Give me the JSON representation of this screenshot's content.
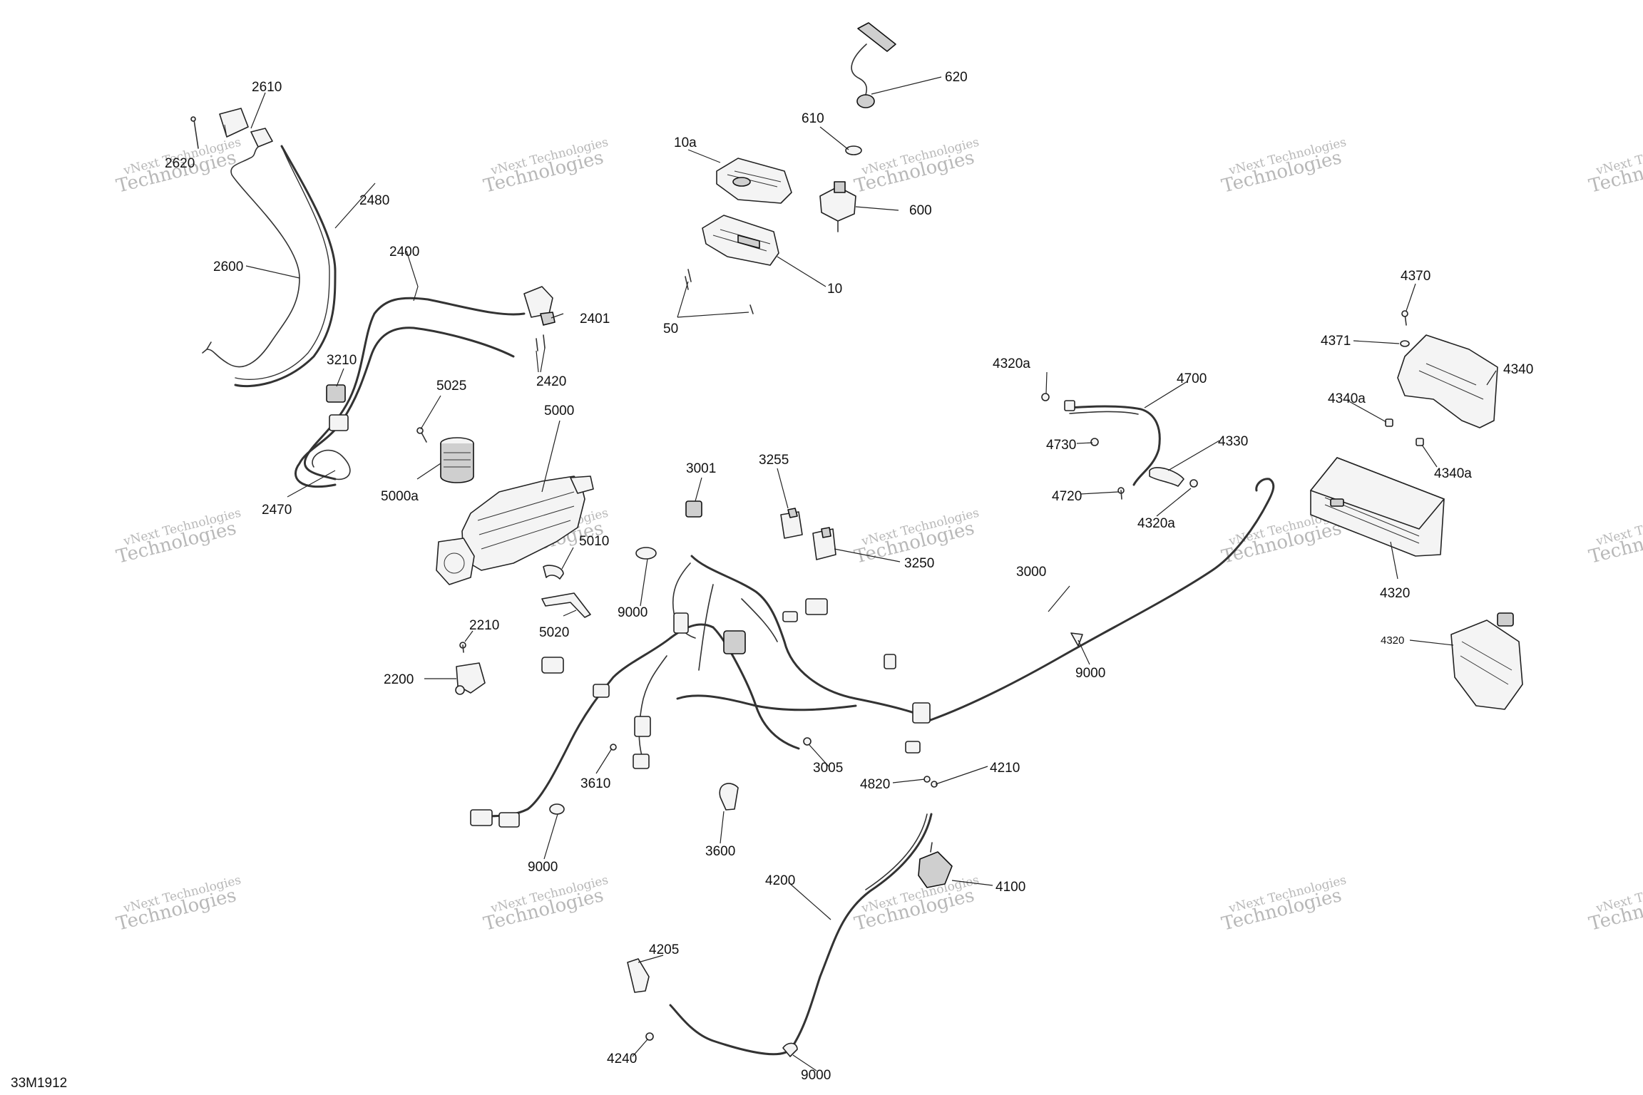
{
  "drawing_id": "33M1912",
  "watermark": {
    "line1": "vNext Technologies",
    "line2": "Technologies",
    "line3": "vNext"
  },
  "labels": {
    "p2610": "2610",
    "p2620": "2620",
    "p2480": "2480",
    "p2600": "2600",
    "p2400": "2400",
    "p2401": "2401",
    "p2420": "2420",
    "p3210": "3210",
    "p2470": "2470",
    "p5025": "5025",
    "p5000": "5000",
    "p5000a": "5000a",
    "p5010": "5010",
    "p5020": "5020",
    "p620": "620",
    "p610": "610",
    "p10a": "10a",
    "p600": "600",
    "p10": "10",
    "p50": "50",
    "p3001": "3001",
    "p3255": "3255",
    "p3250": "3250",
    "p9000a": "9000",
    "p2210": "2210",
    "p2200": "2200",
    "p3610": "3610",
    "p9000b": "9000",
    "p3005": "3005",
    "p3600": "3600",
    "p4820": "4820",
    "p4210": "4210",
    "p4200": "4200",
    "p4100": "4100",
    "p4205": "4205",
    "p4240": "4240",
    "p9000c": "9000",
    "p3000": "3000",
    "p9000d": "9000",
    "p4320a1": "4320a",
    "p4700": "4700",
    "p4730": "4730",
    "p4330": "4330",
    "p4720": "4720",
    "p4320a2": "4320a",
    "p4370": "4370",
    "p4371": "4371",
    "p4340": "4340",
    "p4340a1": "4340a",
    "p4340a2": "4340a",
    "p4320": "4320",
    "p4320b": "4320"
  }
}
